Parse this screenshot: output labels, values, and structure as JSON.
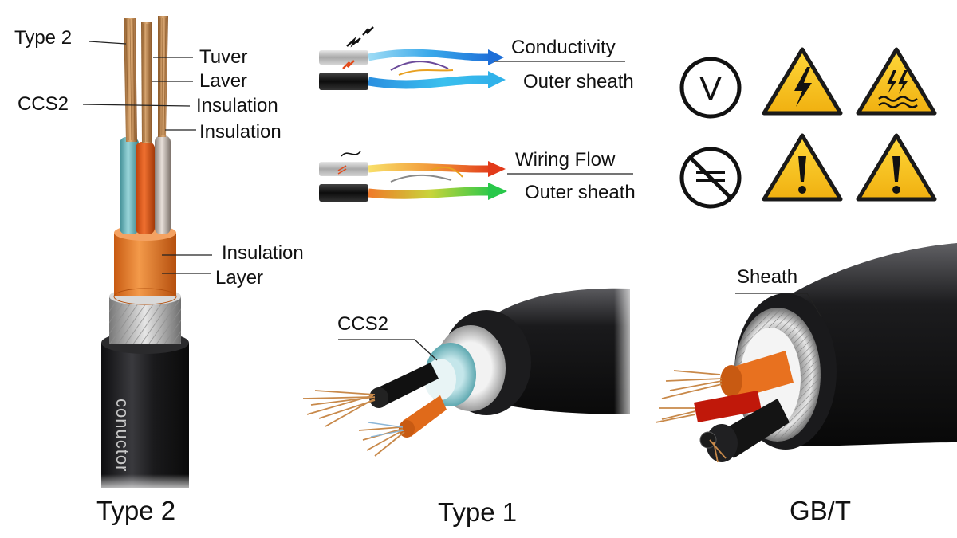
{
  "left_cable": {
    "labels": {
      "type2": "Type 2",
      "tuver": "Tuver",
      "laver": "Laver",
      "ccs2": "CCS2",
      "insulation_1": "Insulation",
      "insulation_2": "Insulation",
      "insulation_3": "Insulation",
      "layer": "Layer"
    },
    "jacket_text": "conuctor",
    "caption": "Type 2"
  },
  "flow_top": {
    "label_1": "Conductivity",
    "label_2": "Outer sheath"
  },
  "flow_bottom": {
    "label_1": "Wiring Flow",
    "label_2": "Outer sheath"
  },
  "icons": [
    "voltage-circle-icon",
    "high-voltage-warning-icon",
    "electric-water-warning-icon",
    "no-dc-icon",
    "exclamation-warning-icon",
    "exclamation-warning-icon"
  ],
  "icon_texts": {
    "voltage": "V"
  },
  "middle_cable": {
    "label": "CCS2",
    "caption": "Type 1"
  },
  "right_cable": {
    "label": "Sheath",
    "caption": "GB/T"
  },
  "colors": {
    "copper": "#c8894a",
    "orange": "#e8711f",
    "teal": "#6fb8bf",
    "jacket": "#1c1c1e",
    "warning_yellow": "#f5c21a",
    "arrow_blue": "#1e78d8",
    "arrow_cyan": "#2ab4e8",
    "arrow_red": "#e84a1a",
    "arrow_green": "#2ec84a"
  }
}
